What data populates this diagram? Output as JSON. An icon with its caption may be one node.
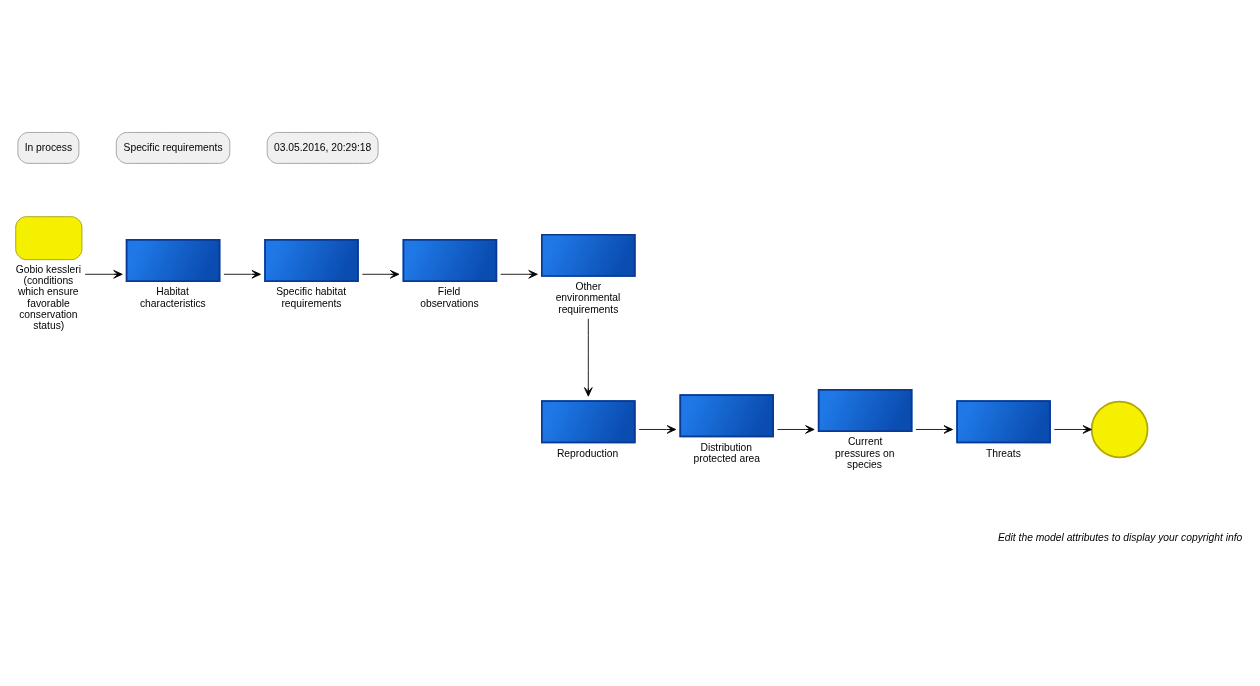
{
  "diagram": {
    "nodes": [
      {
        "text": [
          "Gobio kessleri (conditions which ensure favorable conservation status)"
        ]
      },
      {
        "text": [
          "Habitat characteristics"
        ]
      },
      {
        "text": [
          "Specific habitat requirements"
        ]
      },
      {
        "text": [
          "Field observations"
        ]
      },
      {
        "text": [
          "Other environmental requirements"
        ]
      },
      {
        "text": [
          "Reproduction"
        ]
      },
      {
        "text": [
          "Distribution protected area"
        ]
      },
      {
        "text": [
          "Current pressures on species"
        ]
      },
      {
        "text": [
          "Threats"
        ]
      },
      {
        "text": [],
        "shape": "circle"
      }
    ],
    "edges": [
      {
        "from": 0,
        "to": 1,
        "arrow": "to"
      },
      {
        "from": 1,
        "to": 2,
        "arrow": "to"
      },
      {
        "from": 2,
        "to": 3,
        "arrow": "to"
      },
      {
        "from": 3,
        "to": 4,
        "arrow": "to"
      },
      {
        "from": 4,
        "to": 5,
        "arrow": "to"
      },
      {
        "from": 5,
        "to": 6,
        "arrow": "to"
      },
      {
        "from": 6,
        "to": 7,
        "arrow": "to"
      },
      {
        "from": 7,
        "to": 8,
        "arrow": "to"
      },
      {
        "from": 8,
        "to": 9,
        "arrow": "to"
      }
    ],
    "labels": [
      "In process",
      "Specific requirements",
      "03.05.2016, 20:29:18",
      "Edit the model attributes to display your copyright info"
    ]
  }
}
